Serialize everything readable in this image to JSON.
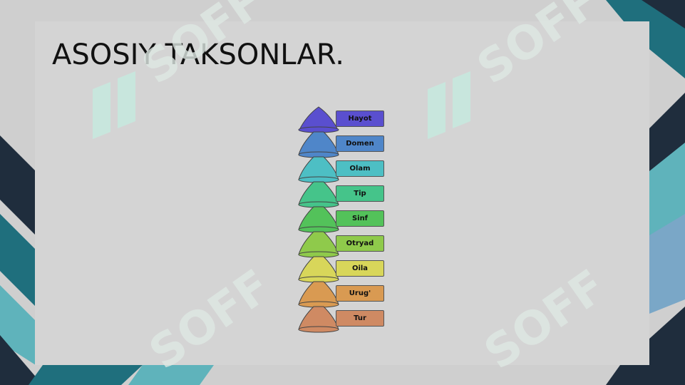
{
  "slide": {
    "title": "ASOSIY TAKSONLAR."
  },
  "watermark": {
    "text": "SOFF"
  },
  "taxonomy": {
    "levels": [
      {
        "label": "Hayot",
        "color": "#5a4fcf"
      },
      {
        "label": "Domen",
        "color": "#4f86c9"
      },
      {
        "label": "Olam",
        "color": "#4dbfc4"
      },
      {
        "label": "Tip",
        "color": "#45c48a"
      },
      {
        "label": "Sinf",
        "color": "#53c25a"
      },
      {
        "label": "Otryad",
        "color": "#8fca4b"
      },
      {
        "label": "Oila",
        "color": "#d8d65a"
      },
      {
        "label": "Urug'",
        "color": "#d99a52"
      },
      {
        "label": "Tur",
        "color": "#cf8a63"
      }
    ]
  },
  "colors": {
    "accent_dark": "#1f2d3d",
    "accent_teal": "#1f6f7d",
    "accent_light": "#5fb3bb",
    "watermark": "#bfe8d8"
  }
}
